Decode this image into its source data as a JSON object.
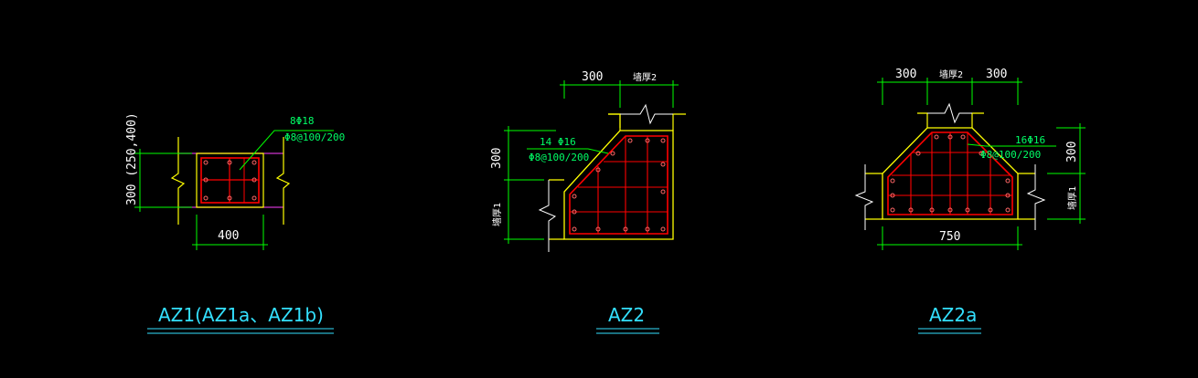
{
  "colors": {
    "background": "#000000",
    "concrete_outline": "#ffff00",
    "rebar": "#ff0000",
    "dimension": "#00ff00",
    "dim_text": "#ffffff",
    "title": "#33e0ff",
    "wall_band": "#cc33cc"
  },
  "az1": {
    "title": "AZ1(AZ1a、AZ1b)",
    "dim_width": "400",
    "dim_height": "300 (250,400)",
    "rebar_main": "8Φ18",
    "rebar_stirrup": "Φ8@100/200"
  },
  "az2": {
    "title": "AZ2",
    "dim_top_left": "300",
    "dim_top_right": "墙厚2",
    "dim_left_top": "300",
    "dim_left_bottom": "墙厚1",
    "rebar_main": "14 Φ16",
    "rebar_stirrup": "Φ8@100/200"
  },
  "az2a": {
    "title": "AZ2a",
    "dim_top_left": "300",
    "dim_top_mid": "墙厚2",
    "dim_top_right": "300",
    "dim_bottom": "750",
    "dim_right_top": "300",
    "dim_right_bottom": "墙厚1",
    "rebar_main": "16Φ16",
    "rebar_stirrup": "Φ8@100/200"
  }
}
